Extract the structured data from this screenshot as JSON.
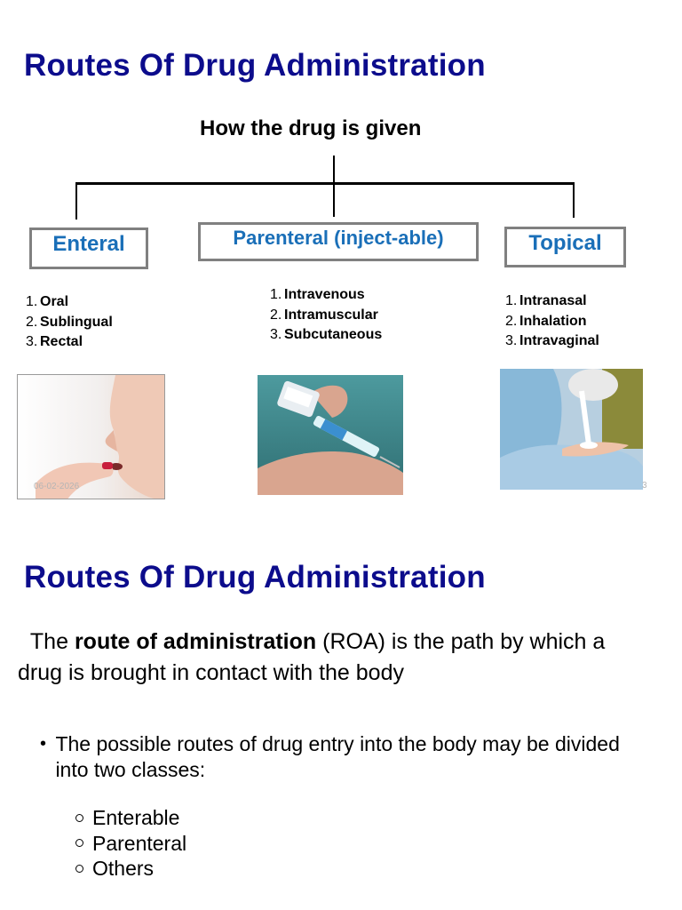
{
  "slide1": {
    "title": "Routes Of Drug Administration",
    "subtitle": "How the drug is given",
    "categories": [
      {
        "label": "Enteral",
        "items": [
          "Oral",
          "Sublingual",
          "Rectal"
        ]
      },
      {
        "label": "Parenteral (inject-able)",
        "items": [
          "Intravenous",
          "Intramuscular",
          "Subcutaneous"
        ]
      },
      {
        "label": "Topical",
        "items": [
          "Intranasal",
          "Inhalation",
          "Intravaginal"
        ]
      }
    ],
    "date_stamp": "06-02-2026",
    "page_number": "3"
  },
  "slide2": {
    "title": "Routes Of Drug Administration",
    "intro_prefix": "The ",
    "intro_bold": "route of administration",
    "intro_rest": " (ROA) is the path by which a drug is brought in contact with the body",
    "bullet": "The possible routes of drug entry into the body may be divided into two classes:",
    "sub_items": [
      "Enterable",
      "Parenteral",
      "Others"
    ]
  },
  "colors": {
    "title": "#0c0c8c",
    "category_text": "#1a6fb8",
    "box_border": "#808080"
  },
  "icons": [
    "pill-photo",
    "syringe-photo",
    "lotion-photo"
  ]
}
